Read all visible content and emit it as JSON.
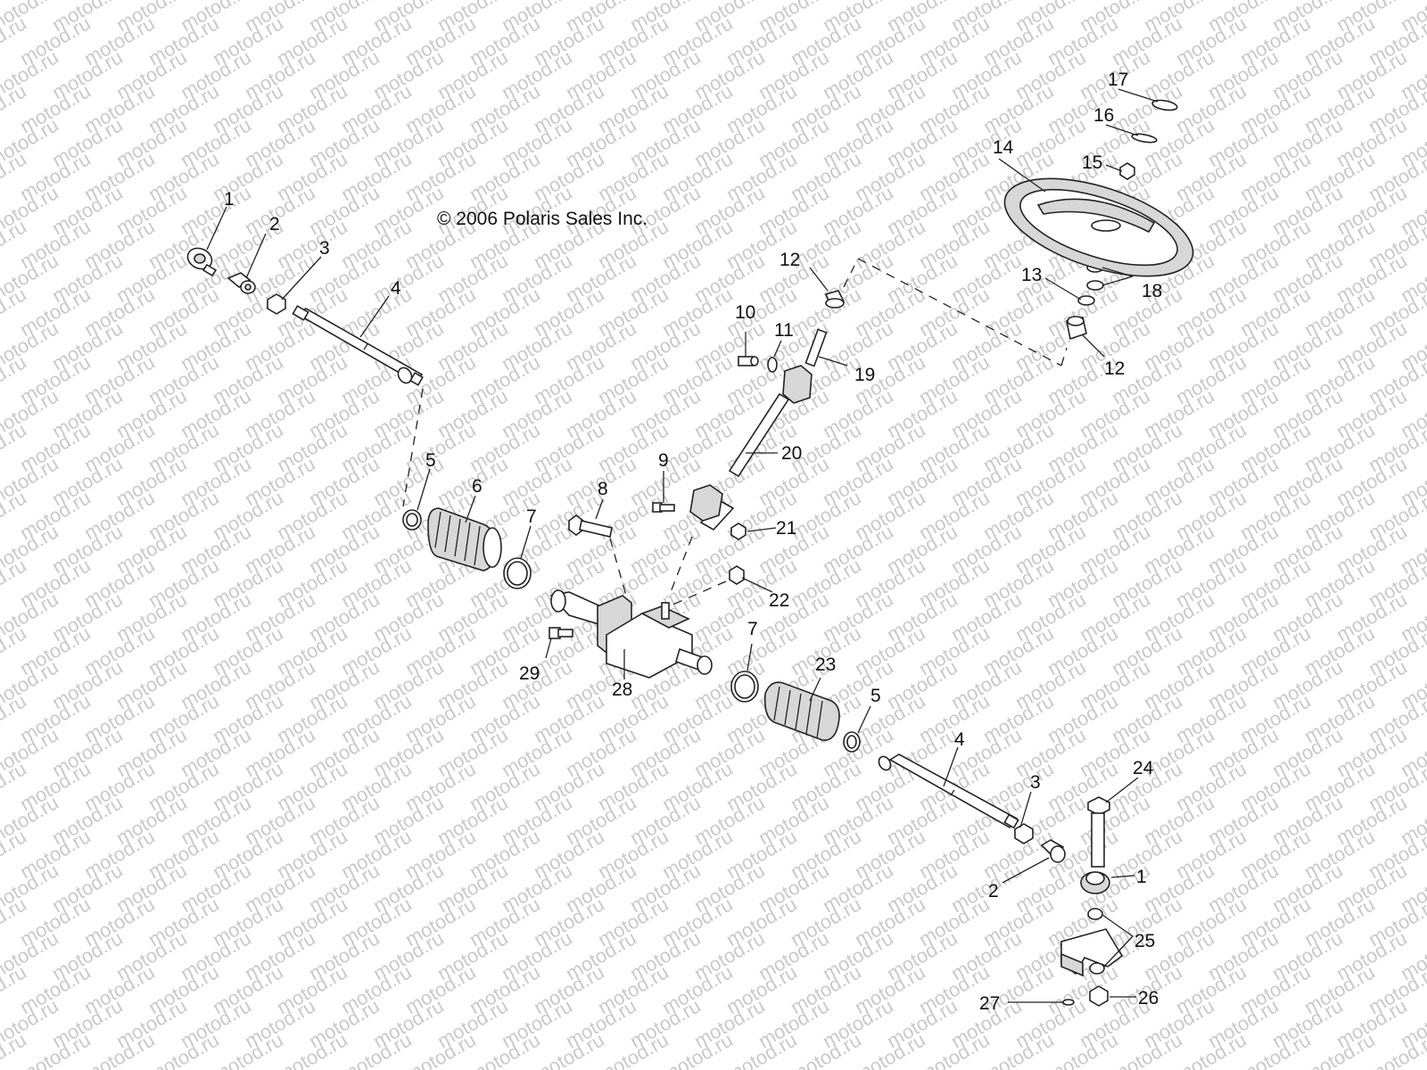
{
  "copyright": "© 2006 Polaris Sales Inc.",
  "watermark": "motod.ru",
  "callouts": [
    "1",
    "2",
    "3",
    "4",
    "5",
    "6",
    "7",
    "8",
    "9",
    "10",
    "11",
    "12",
    "13",
    "14",
    "15",
    "16",
    "17",
    "18",
    "19",
    "20",
    "21",
    "22",
    "23",
    "24",
    "25",
    "26",
    "27",
    "28",
    "29"
  ]
}
